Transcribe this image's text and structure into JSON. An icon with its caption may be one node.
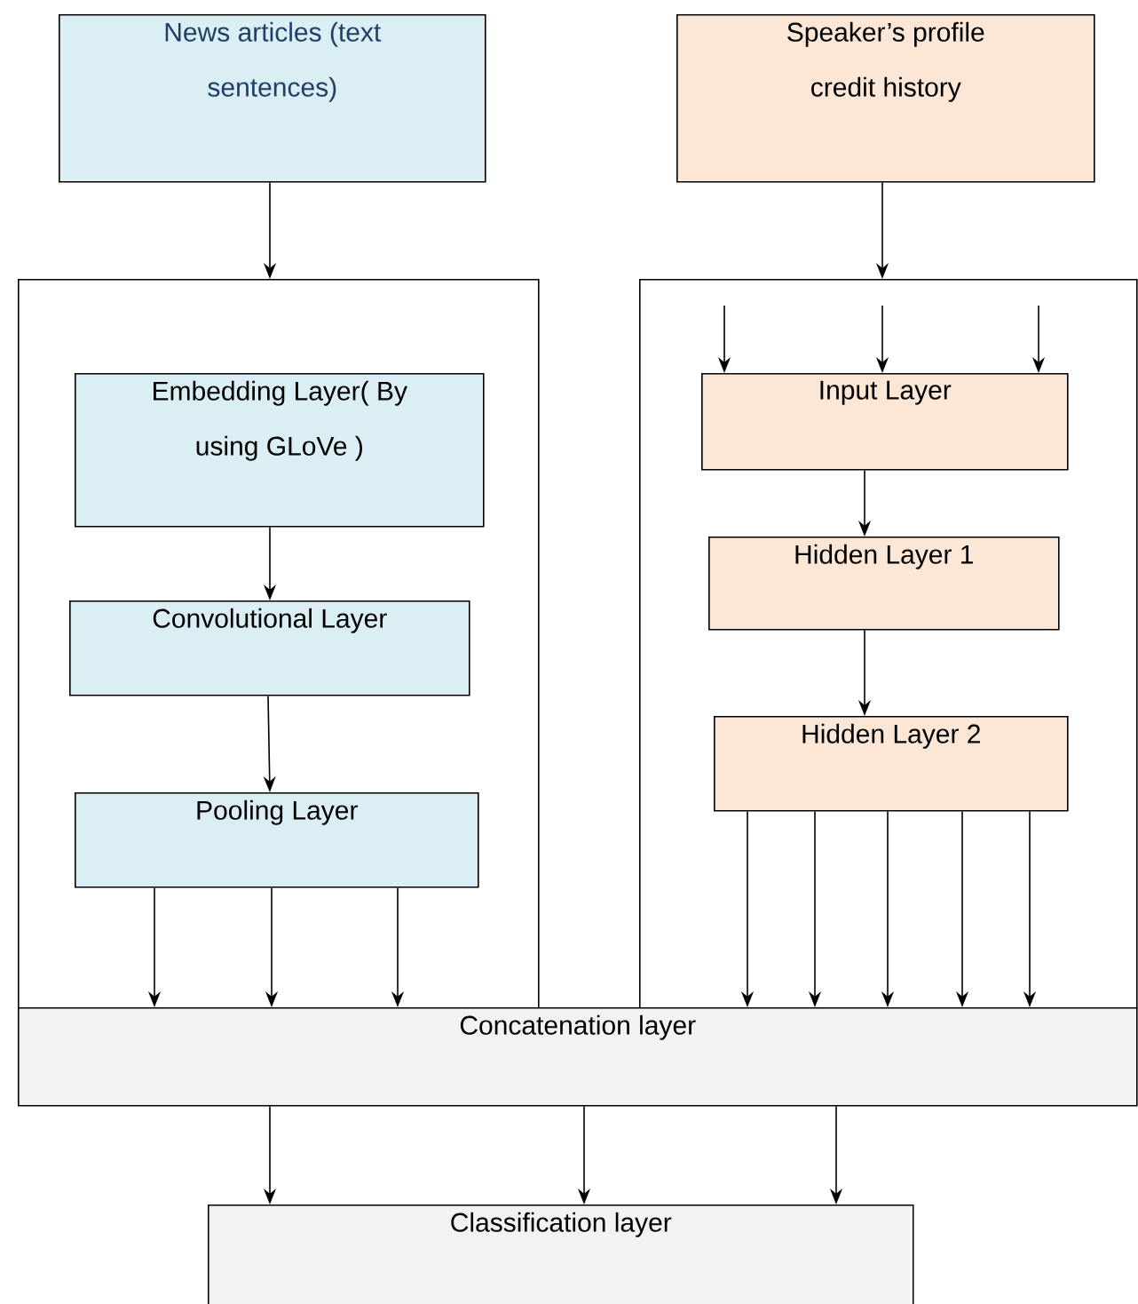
{
  "diagram": {
    "nodes": [
      {
        "text": [
          "News articles (text sentences)"
        ]
      },
      {
        "text": [
          "Speaker’s profile credit history"
        ]
      },
      {
        "text": [],
        "shape": "box"
      },
      {
        "text": [
          "Embedding Layer( By using GLoVe )"
        ],
        "in": 2
      },
      {
        "text": [
          "Convolutional Layer"
        ],
        "in": 2
      },
      {
        "text": [
          "Pooling Layer"
        ],
        "in": 2
      },
      {
        "text": [],
        "shape": "box"
      },
      {
        "text": [
          "Input Layer"
        ],
        "in": 6
      },
      {
        "text": [
          "Hidden Layer 1"
        ],
        "in": 6
      },
      {
        "text": [
          "Hidden Layer 2"
        ],
        "in": 6
      },
      {
        "text": [
          "Concatenation layer"
        ]
      },
      {
        "text": [
          "Classification layer"
        ]
      }
    ],
    "edges": [
      {
        "from": 0,
        "to": 2,
        "arrow": "to"
      },
      {
        "from": 1,
        "to": 6,
        "arrow": "to"
      },
      {
        "from": 3,
        "to": 4,
        "arrow": "to"
      },
      {
        "from": 4,
        "to": 5,
        "arrow": "to"
      },
      {
        "from": null,
        "to": 7,
        "arrow": "to"
      },
      {
        "from": null,
        "to": 7,
        "arrow": "to"
      },
      {
        "from": null,
        "to": 7,
        "arrow": "to"
      },
      {
        "from": 7,
        "to": 8,
        "arrow": "to"
      },
      {
        "from": 8,
        "to": 9,
        "arrow": "to"
      },
      {
        "from": 5,
        "to": 10,
        "arrow": "to"
      },
      {
        "from": 5,
        "to": 10,
        "arrow": "to"
      },
      {
        "from": 5,
        "to": 10,
        "arrow": "to"
      },
      {
        "from": 9,
        "to": 10,
        "arrow": "to"
      },
      {
        "from": 9,
        "to": 10,
        "arrow": "to"
      },
      {
        "from": 9,
        "to": 10,
        "arrow": "to"
      },
      {
        "from": 9,
        "to": 10,
        "arrow": "to"
      },
      {
        "from": 9,
        "to": 10,
        "arrow": "to"
      },
      {
        "from": 10,
        "to": 11,
        "arrow": "to"
      },
      {
        "from": 10,
        "to": 11,
        "arrow": "to"
      },
      {
        "from": 10,
        "to": 11,
        "arrow": "to"
      }
    ]
  }
}
